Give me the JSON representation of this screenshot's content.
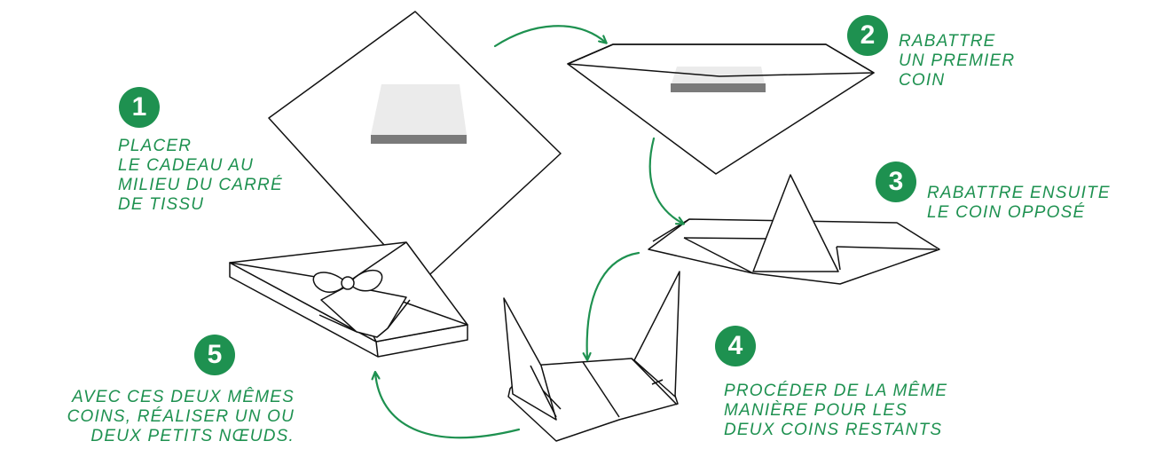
{
  "colors": {
    "accent": "#1e9150",
    "outline": "#111111",
    "gift_top": "#ebebeb",
    "gift_base": "#7a7a7a"
  },
  "steps": [
    {
      "number": "1",
      "lines": [
        "PLACER",
        "LE CADEAU AU",
        "MILIEU DU CARRÉ",
        "DE TISSU"
      ]
    },
    {
      "number": "2",
      "lines": [
        "RABATTRE",
        "UN PREMIER",
        "COIN"
      ]
    },
    {
      "number": "3",
      "lines": [
        "RABATTRE ENSUITE",
        "LE COIN OPPOSÉ"
      ]
    },
    {
      "number": "4",
      "lines": [
        "PROCÉDER DE LA MÊME",
        "MANIÈRE POUR LES",
        "DEUX COINS RESTANTS"
      ]
    },
    {
      "number": "5",
      "lines": [
        "AVEC CES DEUX MÊMES",
        "COINS, RÉALISER UN OU",
        "DEUX PETITS NŒUDS."
      ]
    }
  ]
}
